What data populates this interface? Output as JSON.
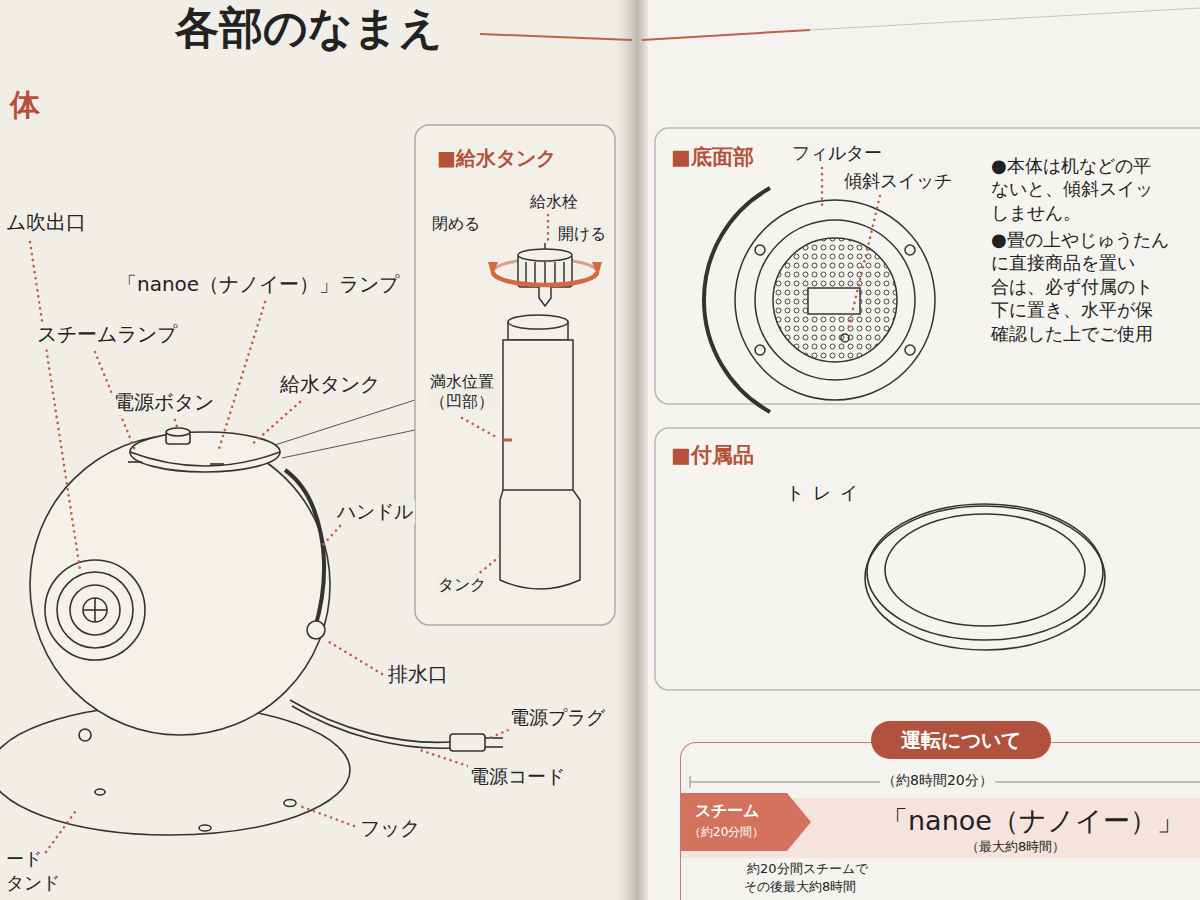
{
  "diagram": {
    "title": "各部のなまえ",
    "nodes": [
      {
        "text": [
          "■給水タンク"
        ]
      },
      {
        "text": [
          "■底面部",
          "●本体は机などの平 ないと、傾斜スイッ しません。",
          "●畳の上やじゅうたん に直接商品を置い 合は、必ず付属のト 下に置き、水平が保 確認した上でご使用"
        ]
      },
      {
        "text": [
          "■付属品"
        ]
      },
      {
        "text": [
          "運転について"
        ]
      },
      {
        "text": [
          "スチーム",
          "（約20分間）"
        ],
        "in": 3
      },
      {
        "text": [
          "「nanoe（ナノイー）」",
          "（最大約8時間）"
        ],
        "in": 3
      }
    ],
    "labels": [
      "体",
      "ム吹出口",
      "「nanoe（ナノイー）」ランプ",
      "スチームランプ",
      "電源ボタン",
      "給水タンク",
      "ハンドル",
      "排水口",
      "電源プラグ",
      "電源コード",
      "フック",
      "ード",
      "タンド",
      "給水栓",
      "閉める",
      "開ける",
      "満水位置 （凹部）",
      "タンク",
      "フィルター",
      "傾斜スイッチ",
      "トレイ",
      "（約8時間20分）",
      "約20分間スチームで",
      "その後最大約8時間"
    ]
  }
}
